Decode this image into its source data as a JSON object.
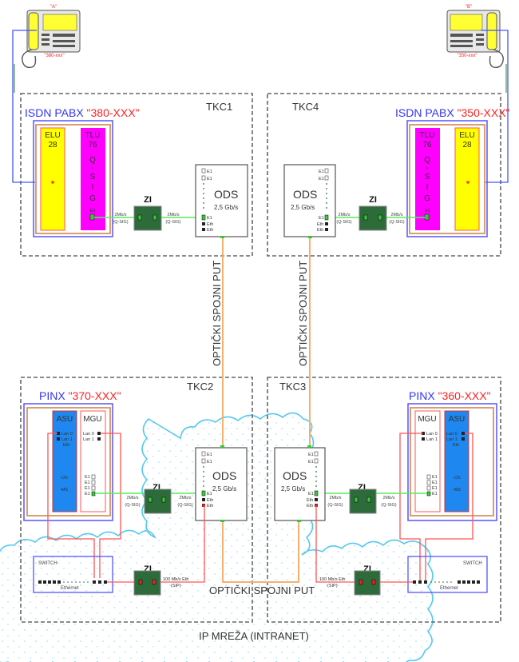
{
  "colors": {
    "pbx_title": "#3333ff",
    "pbx_number": "#ff2222",
    "elu": "#ffff00",
    "tlu": "#ff00ff",
    "asu": "#1e88f0",
    "zi": "#2e6b3a",
    "e1_link": "#55ee55",
    "eth_link": "#ff4444",
    "fiber": "#f5b070",
    "cloud": "#55c8f0"
  },
  "phones": {
    "a": {
      "name": "\"A\"",
      "number": "\"380-xxx\""
    },
    "b": {
      "name": "\"B\"",
      "number": "\"350-xxx\""
    }
  },
  "sites": {
    "tkc1": {
      "label": "TKC1",
      "pbx_title": "ISDN PABX",
      "pbx_number": "\"380-XXX\""
    },
    "tkc4": {
      "label": "TKC4",
      "pbx_title": "ISDN PABX",
      "pbx_number": "\"350-XXX\""
    },
    "tkc2": {
      "label": "TKC2",
      "pbx_title": "PINX",
      "pbx_number": "\"370-XXX\""
    },
    "tkc3": {
      "label": "TKC3",
      "pbx_title": "PINX",
      "pbx_number": "\"360-XXX\""
    }
  },
  "cards": {
    "elu": [
      "ELU",
      "28"
    ],
    "tlu": [
      "TLU",
      "76",
      "Q",
      "-",
      "S",
      "I",
      "G"
    ],
    "asu": "ASU",
    "mgu": "MGU",
    "asu_ports": [
      "Lan 0",
      "Lan 1",
      "Eth"
    ],
    "mgu_ports": [
      "Lan 0",
      "Lan 1"
    ],
    "asu_labels": [
      "-OS",
      "-MS"
    ],
    "e1": "E1",
    "eth": "Eth"
  },
  "ods": {
    "title": "ODS",
    "speed": "2,5 Gb/s"
  },
  "zi": {
    "label": "ZI"
  },
  "links": {
    "e1_rate": "2Mb/s",
    "e1_proto": "(Q-SIG)",
    "eth_rate": "100 Mb/s Eth",
    "eth_proto": "(SIP)"
  },
  "switch": {
    "title": "SWITCH",
    "port_label": "Ethernet"
  },
  "fiber_label": "OPTIČKI SPOJNI PUT",
  "network_label": "IP MREŽA (INTRANET)"
}
